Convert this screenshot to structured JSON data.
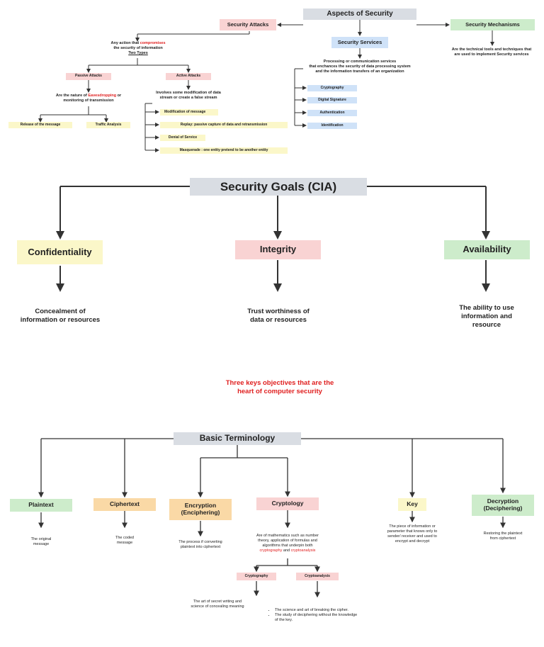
{
  "aspects": {
    "title": "Aspects of Security",
    "attacks": {
      "label": "Security Attacks",
      "desc_pre": "Any action that ",
      "desc_red": "compromises",
      "desc_post": "the security of information",
      "two_types": "Two Types",
      "passive": {
        "label": "Passive Attacks",
        "desc_pre": "Are the nature of ",
        "desc_red": "Eavesdropping",
        "desc_post1": " or",
        "desc_post2": "monitoring of transmission",
        "items": [
          "Release of the message",
          "Traffic Analysis"
        ]
      },
      "active": {
        "label": "Active Attacks",
        "desc1": "Involves some modification of data",
        "desc2": "stream or create a false stream",
        "items": [
          "Modification of message",
          "Replay: passive capture of data and retransmission",
          "Denial of Service",
          "Masquerade : one entity pretend to be another entity"
        ]
      }
    },
    "services": {
      "label": "Security Services",
      "desc1": "Processing or communication services",
      "desc2": "that enchances the security of data processing system",
      "desc3": "and the information transfers of an organization",
      "items": [
        "Cryptography",
        "Digital Signature",
        "Authentication",
        "Identification"
      ]
    },
    "mechanisms": {
      "label": "Security Mechanisms",
      "desc1": "Are the technical tools and techniques that",
      "desc2": "are used to implement Security services"
    }
  },
  "cia": {
    "title": "Security Goals (CIA)",
    "confidentiality": {
      "label": "Confidentiality",
      "desc1": "Concealment of",
      "desc2": "information or resources"
    },
    "integrity": {
      "label": "Integrity",
      "desc1": "Trust worthiness of",
      "desc2": "data or resources"
    },
    "availability": {
      "label": "Availability",
      "desc1": "The ability to use",
      "desc2": "information and",
      "desc3": "resource"
    },
    "objectives1": "Three keys objectives that are the",
    "objectives2": "heart of computer security"
  },
  "terminology": {
    "title": "Basic Terminology",
    "plaintext": {
      "label": "Plaintext",
      "desc1": "The original",
      "desc2": "message"
    },
    "ciphertext": {
      "label": "Ciphertext",
      "desc1": "The coded",
      "desc2": "message"
    },
    "encryption": {
      "label1": "Encryption",
      "label2": "(Enciphering)",
      "desc1": "The process if converting",
      "desc2": "plaintext into ciphertext"
    },
    "cryptology": {
      "label": "Cryptology",
      "desc1": "Are of mathematics such as number",
      "desc2": "theory, application of formulas and",
      "desc3": "algorithms that underpin both",
      "desc_red1": "cryptography",
      "desc_and": " and ",
      "desc_red2": "cryptoanalysis",
      "cryptography": {
        "label": "Cryptography",
        "desc1": "The art of secret writing and",
        "desc2": "science of concealing meaning"
      },
      "cryptoanalysis": {
        "label": "Cryptoanalysis",
        "bullets": [
          "The science and art of breaking the cipher.",
          "The study of deciphering without the knowledge of the key."
        ]
      }
    },
    "key": {
      "label": "Key",
      "desc1": "The piece of information or",
      "desc2": "parameter that knows only to",
      "desc3": "sender/ receiver and used to",
      "desc4": "encrypt and decrypt"
    },
    "decryption": {
      "label1": "Decryption",
      "label2": "(Deciphering)",
      "desc1": "Restoring the plaintext",
      "desc2": "from ciphertext"
    }
  }
}
